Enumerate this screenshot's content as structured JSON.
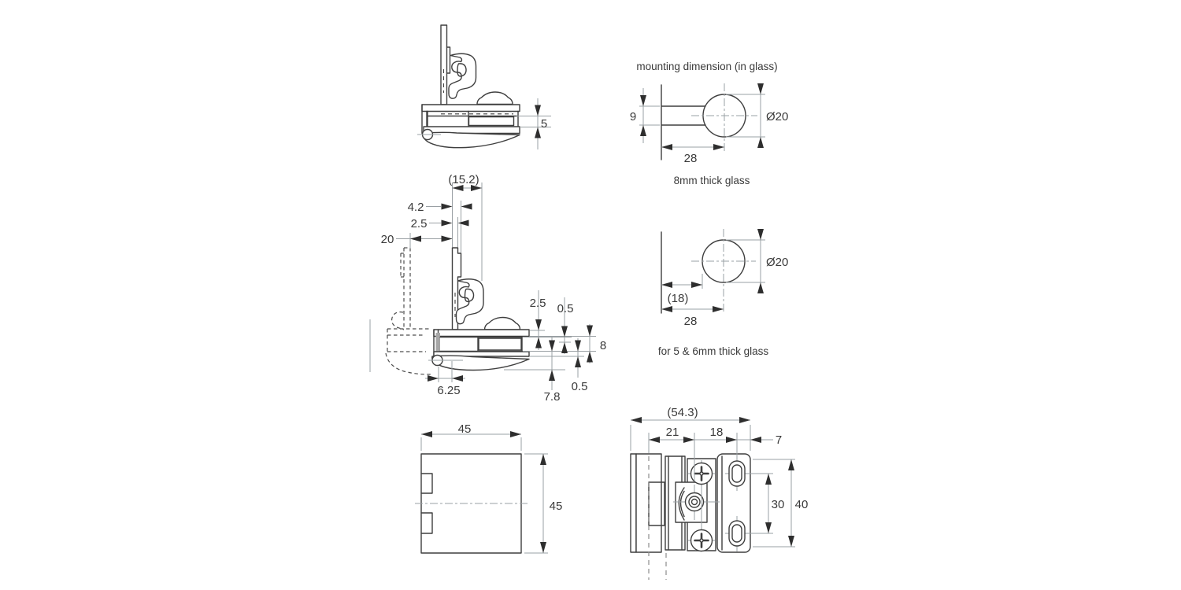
{
  "colors": {
    "background": "#ffffff",
    "part_line": "#3f3f3f",
    "dimension_line": "#9aa0a4",
    "arrow_and_text": "#2e2e2e",
    "gasket_fill": "#a6a6a6",
    "ghost_line": "#4d4d4d"
  },
  "views": {
    "side_view_closed": {
      "dim_height": "5"
    },
    "glass_cutout_8mm": {
      "title": "mounting dimension (in glass)",
      "slot_width": "9",
      "hole_diameter": "Ø20",
      "edge_to_center": "28",
      "caption": "8mm thick glass"
    },
    "side_view_section": {
      "overall_depth": "(15.2)",
      "lip": "4.2",
      "plate_thickness": "2.5",
      "open_clearance": "20",
      "top_plate": "2.5",
      "gap_top": "0.5",
      "glass_thickness": "8",
      "gap_bottom": "0.5",
      "lever_height": "7.8",
      "pivot_offset": "6.25"
    },
    "glass_cutout_5_6mm": {
      "edge_distance": "(18)",
      "hole_diameter": "Ø20",
      "edge_to_center": "28",
      "caption": "for 5 & 6mm thick glass"
    },
    "cover_plate": {
      "width": "45",
      "height": "45"
    },
    "front_view": {
      "overall_width": "(54.3)",
      "seg_a": "21",
      "seg_b": "18",
      "seg_c": "7",
      "hole_spacing": "30",
      "plate_height": "40"
    }
  }
}
